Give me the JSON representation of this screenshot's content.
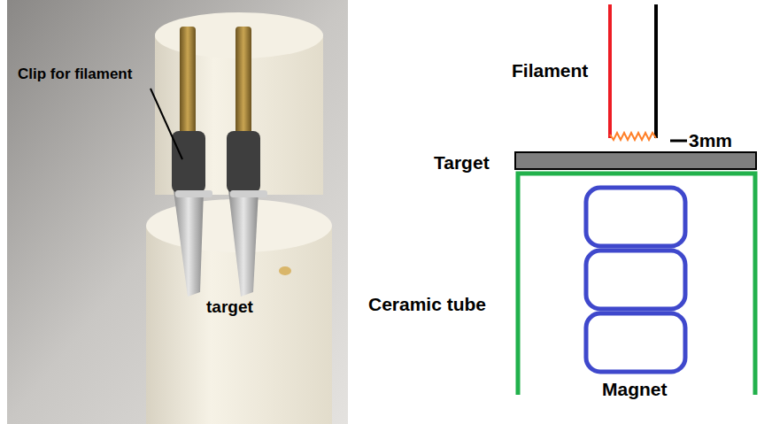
{
  "diagram": {
    "labels": [
      "Clip for filament",
      "target",
      "Filament",
      "3mm",
      "Target",
      "Ceramic tube",
      "Magnet"
    ]
  }
}
